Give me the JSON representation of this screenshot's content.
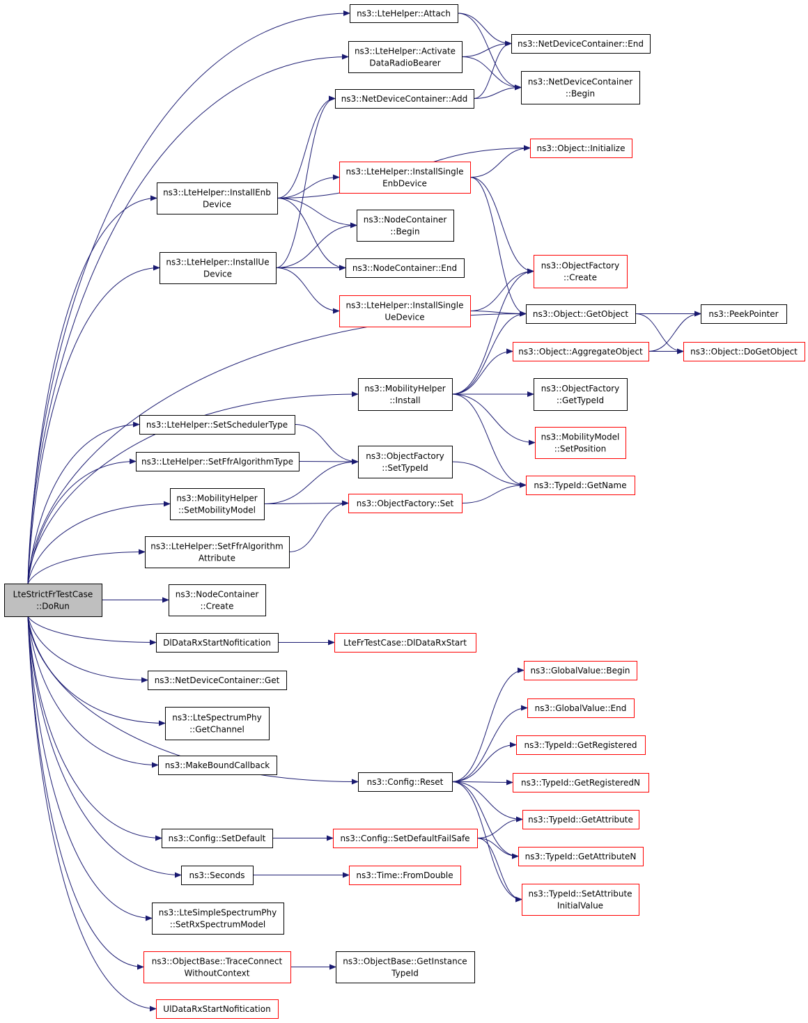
{
  "colors": {
    "edge": "#191970",
    "node_border": "#000000",
    "incomplete_border": "#ff0000",
    "root_fill": "#bfbfbf"
  },
  "nodes": [
    {
      "id": "root",
      "lines": [
        "LteStrictFrTestCase",
        "::DoRun"
      ],
      "style": "root"
    },
    {
      "id": "attach",
      "lines": [
        "ns3::LteHelper::Attach"
      ],
      "style": "normal"
    },
    {
      "id": "activate",
      "lines": [
        "ns3::LteHelper::Activate",
        "DataRadioBearer"
      ],
      "style": "normal"
    },
    {
      "id": "ndc_add",
      "lines": [
        "ns3::NetDeviceContainer::Add"
      ],
      "style": "normal"
    },
    {
      "id": "ndc_end",
      "lines": [
        "ns3::NetDeviceContainer::End"
      ],
      "style": "normal"
    },
    {
      "id": "ndc_begin",
      "lines": [
        "ns3::NetDeviceContainer",
        "::Begin"
      ],
      "style": "normal"
    },
    {
      "id": "obj_init",
      "lines": [
        "ns3::Object::Initialize"
      ],
      "style": "red"
    },
    {
      "id": "install_single_enb",
      "lines": [
        "ns3::LteHelper::InstallSingle",
        "EnbDevice"
      ],
      "style": "red"
    },
    {
      "id": "install_enb",
      "lines": [
        "ns3::LteHelper::InstallEnb",
        "Device"
      ],
      "style": "normal"
    },
    {
      "id": "nc_begin",
      "lines": [
        "ns3::NodeContainer",
        "::Begin"
      ],
      "style": "normal"
    },
    {
      "id": "install_ue",
      "lines": [
        "ns3::LteHelper::InstallUe",
        "Device"
      ],
      "style": "normal"
    },
    {
      "id": "nc_end",
      "lines": [
        "ns3::NodeContainer::End"
      ],
      "style": "normal"
    },
    {
      "id": "of_create",
      "lines": [
        "ns3::ObjectFactory",
        "::Create"
      ],
      "style": "red"
    },
    {
      "id": "install_single_ue",
      "lines": [
        "ns3::LteHelper::InstallSingle",
        "UeDevice"
      ],
      "style": "red"
    },
    {
      "id": "obj_getobject",
      "lines": [
        "ns3::Object::GetObject"
      ],
      "style": "normal"
    },
    {
      "id": "peekpointer",
      "lines": [
        "ns3::PeekPointer"
      ],
      "style": "normal"
    },
    {
      "id": "aggregate",
      "lines": [
        "ns3::Object::AggregateObject"
      ],
      "style": "red"
    },
    {
      "id": "dogetobject",
      "lines": [
        "ns3::Object::DoGetObject"
      ],
      "style": "red"
    },
    {
      "id": "mob_install",
      "lines": [
        "ns3::MobilityHelper",
        "::Install"
      ],
      "style": "normal"
    },
    {
      "id": "of_gettypeid",
      "lines": [
        "ns3::ObjectFactory",
        "::GetTypeId"
      ],
      "style": "normal"
    },
    {
      "id": "mm_setpos",
      "lines": [
        "ns3::MobilityModel",
        "::SetPosition"
      ],
      "style": "red"
    },
    {
      "id": "set_sched",
      "lines": [
        "ns3::LteHelper::SetSchedulerType"
      ],
      "style": "normal"
    },
    {
      "id": "of_settypeid",
      "lines": [
        "ns3::ObjectFactory",
        "::SetTypeId"
      ],
      "style": "normal"
    },
    {
      "id": "set_ffr_type",
      "lines": [
        "ns3::LteHelper::SetFfrAlgorithmType"
      ],
      "style": "normal"
    },
    {
      "id": "typeid_getname",
      "lines": [
        "ns3::TypeId::GetName"
      ],
      "style": "red"
    },
    {
      "id": "mob_setmodel",
      "lines": [
        "ns3::MobilityHelper",
        "::SetMobilityModel"
      ],
      "style": "normal"
    },
    {
      "id": "of_set",
      "lines": [
        "ns3::ObjectFactory::Set"
      ],
      "style": "red"
    },
    {
      "id": "set_ffr_attr",
      "lines": [
        "ns3::LteHelper::SetFfrAlgorithm",
        "Attribute"
      ],
      "style": "normal"
    },
    {
      "id": "nc_create",
      "lines": [
        "ns3::NodeContainer",
        "::Create"
      ],
      "style": "normal"
    },
    {
      "id": "dl_notif",
      "lines": [
        "DlDataRxStartNofitication"
      ],
      "style": "normal"
    },
    {
      "id": "ltefr_dlstart",
      "lines": [
        "LteFrTestCase::DlDataRxStart"
      ],
      "style": "red"
    },
    {
      "id": "ndc_get",
      "lines": [
        "ns3::NetDeviceContainer::Get"
      ],
      "style": "normal"
    },
    {
      "id": "lsp_getchannel",
      "lines": [
        "ns3::LteSpectrumPhy",
        "::GetChannel"
      ],
      "style": "normal"
    },
    {
      "id": "gv_begin",
      "lines": [
        "ns3::GlobalValue::Begin"
      ],
      "style": "red"
    },
    {
      "id": "gv_end",
      "lines": [
        "ns3::GlobalValue::End"
      ],
      "style": "red"
    },
    {
      "id": "typeid_getreg",
      "lines": [
        "ns3::TypeId::GetRegistered"
      ],
      "style": "red"
    },
    {
      "id": "makebound",
      "lines": [
        "ns3::MakeBoundCallback"
      ],
      "style": "normal"
    },
    {
      "id": "config_reset",
      "lines": [
        "ns3::Config::Reset"
      ],
      "style": "normal"
    },
    {
      "id": "typeid_getregn",
      "lines": [
        "ns3::TypeId::GetRegisteredN"
      ],
      "style": "red"
    },
    {
      "id": "typeid_getattr",
      "lines": [
        "ns3::TypeId::GetAttribute"
      ],
      "style": "red"
    },
    {
      "id": "config_setdefault",
      "lines": [
        "ns3::Config::SetDefault"
      ],
      "style": "normal"
    },
    {
      "id": "config_setdefaultfs",
      "lines": [
        "ns3::Config::SetDefaultFailSafe"
      ],
      "style": "red"
    },
    {
      "id": "typeid_getattrn",
      "lines": [
        "ns3::TypeId::GetAttributeN"
      ],
      "style": "red"
    },
    {
      "id": "seconds",
      "lines": [
        "ns3::Seconds"
      ],
      "style": "normal"
    },
    {
      "id": "time_fromdouble",
      "lines": [
        "ns3::Time::FromDouble"
      ],
      "style": "red"
    },
    {
      "id": "typeid_setattrinit",
      "lines": [
        "ns3::TypeId::SetAttribute",
        "InitialValue"
      ],
      "style": "red"
    },
    {
      "id": "lssp_setrx",
      "lines": [
        "ns3::LteSimpleSpectrumPhy",
        "::SetRxSpectrumModel"
      ],
      "style": "normal"
    },
    {
      "id": "ob_traceconnect",
      "lines": [
        "ns3::ObjectBase::TraceConnect",
        "WithoutContext"
      ],
      "style": "red"
    },
    {
      "id": "ob_getinstance",
      "lines": [
        "ns3::ObjectBase::GetInstance",
        "TypeId"
      ],
      "style": "normal"
    },
    {
      "id": "ul_notif",
      "lines": [
        "UlDataRxStartNofitication"
      ],
      "style": "red"
    }
  ],
  "edges": [
    [
      "root",
      "attach"
    ],
    [
      "root",
      "activate"
    ],
    [
      "root",
      "install_enb"
    ],
    [
      "root",
      "install_ue"
    ],
    [
      "root",
      "obj_getobject"
    ],
    [
      "root",
      "mob_install"
    ],
    [
      "root",
      "set_sched"
    ],
    [
      "root",
      "set_ffr_type"
    ],
    [
      "root",
      "mob_setmodel"
    ],
    [
      "root",
      "set_ffr_attr"
    ],
    [
      "root",
      "nc_create"
    ],
    [
      "root",
      "dl_notif"
    ],
    [
      "root",
      "ndc_get"
    ],
    [
      "root",
      "lsp_getchannel"
    ],
    [
      "root",
      "makebound"
    ],
    [
      "root",
      "config_reset"
    ],
    [
      "root",
      "config_setdefault"
    ],
    [
      "root",
      "seconds"
    ],
    [
      "root",
      "lssp_setrx"
    ],
    [
      "root",
      "ob_traceconnect"
    ],
    [
      "root",
      "ul_notif"
    ],
    [
      "attach",
      "ndc_end"
    ],
    [
      "attach",
      "ndc_begin"
    ],
    [
      "activate",
      "ndc_end"
    ],
    [
      "activate",
      "ndc_begin"
    ],
    [
      "ndc_add",
      "ndc_end"
    ],
    [
      "ndc_add",
      "ndc_begin"
    ],
    [
      "install_enb",
      "ndc_add"
    ],
    [
      "install_enb",
      "obj_init"
    ],
    [
      "install_enb",
      "install_single_enb"
    ],
    [
      "install_enb",
      "nc_begin"
    ],
    [
      "install_enb",
      "nc_end"
    ],
    [
      "install_single_enb",
      "obj_init"
    ],
    [
      "install_single_enb",
      "of_create"
    ],
    [
      "install_single_enb",
      "obj_getobject"
    ],
    [
      "install_ue",
      "ndc_add"
    ],
    [
      "install_ue",
      "nc_begin"
    ],
    [
      "install_ue",
      "nc_end"
    ],
    [
      "install_ue",
      "install_single_ue"
    ],
    [
      "install_single_ue",
      "of_create"
    ],
    [
      "install_single_ue",
      "obj_getobject"
    ],
    [
      "obj_getobject",
      "peekpointer"
    ],
    [
      "obj_getobject",
      "dogetobject"
    ],
    [
      "aggregate",
      "peekpointer"
    ],
    [
      "aggregate",
      "dogetobject"
    ],
    [
      "mob_install",
      "of_create"
    ],
    [
      "mob_install",
      "obj_getobject"
    ],
    [
      "mob_install",
      "aggregate"
    ],
    [
      "mob_install",
      "of_gettypeid"
    ],
    [
      "mob_install",
      "mm_setpos"
    ],
    [
      "mob_install",
      "typeid_getname"
    ],
    [
      "set_sched",
      "of_settypeid"
    ],
    [
      "set_ffr_type",
      "of_settypeid"
    ],
    [
      "mob_setmodel",
      "of_settypeid"
    ],
    [
      "mob_setmodel",
      "of_set"
    ],
    [
      "set_ffr_attr",
      "of_set"
    ],
    [
      "of_settypeid",
      "typeid_getname"
    ],
    [
      "of_set",
      "typeid_getname"
    ],
    [
      "dl_notif",
      "ltefr_dlstart"
    ],
    [
      "config_reset",
      "gv_begin"
    ],
    [
      "config_reset",
      "gv_end"
    ],
    [
      "config_reset",
      "typeid_getreg"
    ],
    [
      "config_reset",
      "typeid_getregn"
    ],
    [
      "config_reset",
      "typeid_getattr"
    ],
    [
      "config_reset",
      "typeid_getattrn"
    ],
    [
      "config_reset",
      "typeid_setattrinit"
    ],
    [
      "config_setdefault",
      "config_setdefaultfs"
    ],
    [
      "config_setdefaultfs",
      "typeid_getattr"
    ],
    [
      "config_setdefaultfs",
      "typeid_getattrn"
    ],
    [
      "config_setdefaultfs",
      "typeid_setattrinit"
    ],
    [
      "seconds",
      "time_fromdouble"
    ],
    [
      "ob_traceconnect",
      "ob_getinstance"
    ]
  ]
}
